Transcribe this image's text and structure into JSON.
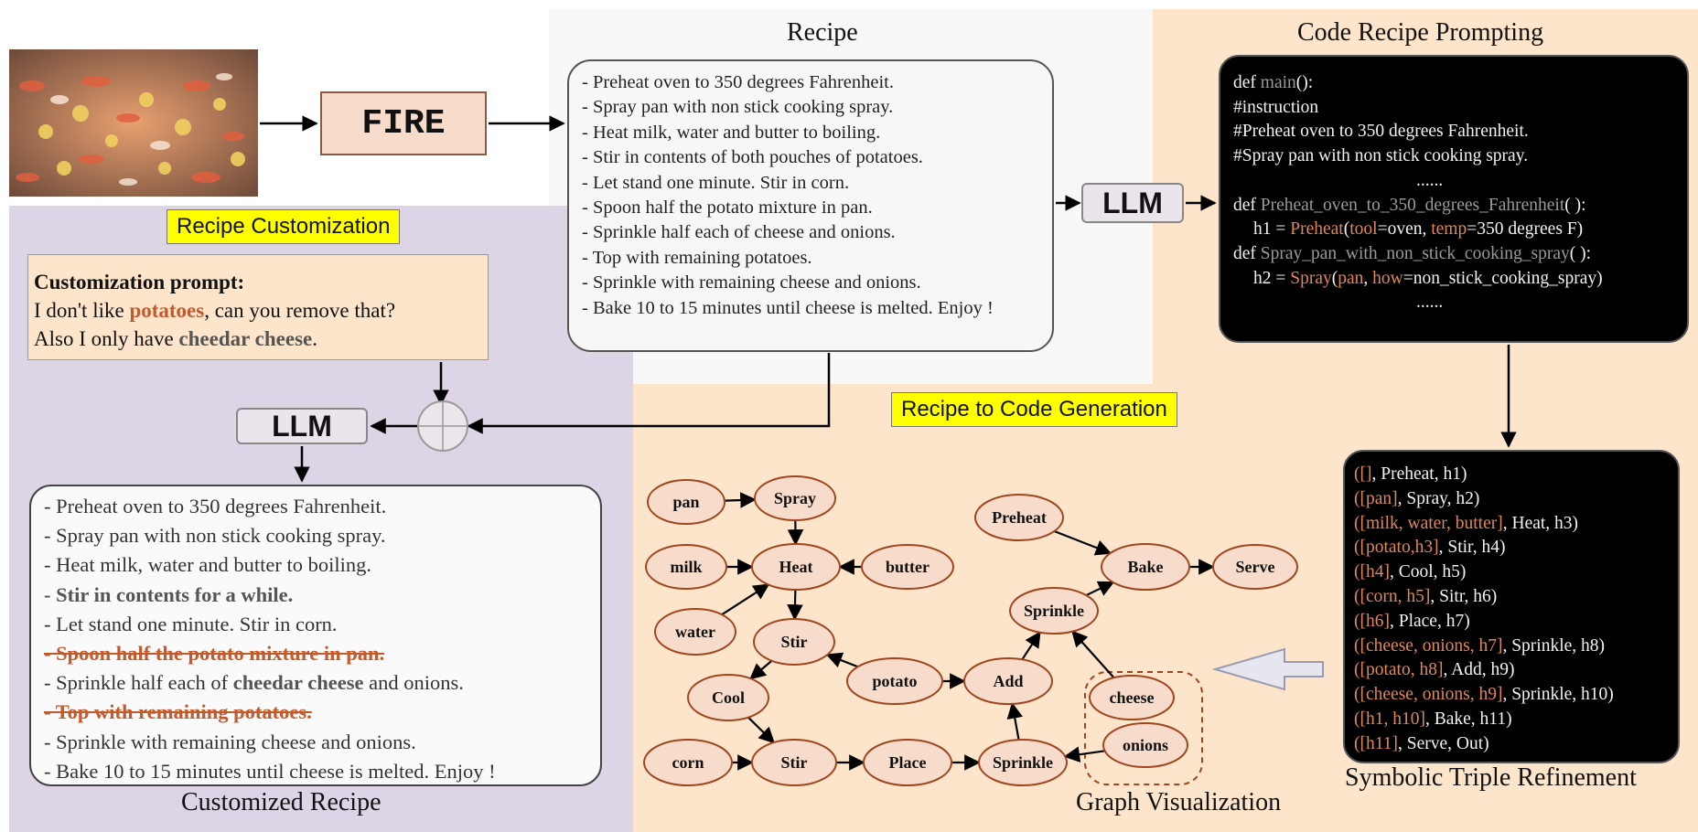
{
  "titles": {
    "recipe": "Recipe",
    "code_prompting": "Code Recipe Prompting",
    "customized": "Customized Recipe",
    "graph": "Graph Visualization",
    "symbolic": "Symbolic Triple Refinement"
  },
  "fire_label": "FIRE",
  "llm_label": "LLM",
  "labels": {
    "customization": "Recipe Customization",
    "code_gen": "Recipe to Code Generation"
  },
  "recipe_lines": [
    "- Preheat oven to 350 degrees Fahrenheit.",
    "- Spray pan with non stick cooking spray.",
    "- Heat milk, water and butter to boiling.",
    "- Stir in contents of both pouches of potatoes.",
    "- Let stand one minute. Stir in corn.",
    "- Spoon half the potato mixture in pan.",
    "- Sprinkle half each of cheese and onions.",
    "- Top with remaining potatoes.",
    "- Sprinkle with remaining cheese and onions.",
    "- Bake 10 to 15 minutes until cheese is melted. Enjoy !"
  ],
  "code": {
    "l1a": "def ",
    "l1b": "main",
    "l1c": "():",
    "l2": "#instruction",
    "l3": "#Preheat oven to 350 degrees Fahrenheit.",
    "l4": "#Spray pan with non stick cooking spray.",
    "l5": "......",
    "l6a": "def ",
    "l6b": "Preheat_oven_to_350_degrees_Fahrenheit",
    "l6c": "( ):",
    "l7a": "h1 = ",
    "l7b": "Preheat",
    "l7c": "(",
    "l7d": "tool",
    "l7e": "=oven, ",
    "l7f": "temp",
    "l7g": "=350 degrees F)",
    "l8a": "def ",
    "l8b": "Spray_pan_with_non_stick_cooking_spray",
    "l8c": "( ):",
    "l9a": "h2 = ",
    "l9b": "Spray",
    "l9c": "(",
    "l9d": "pan",
    "l9e": ", ",
    "l9f": "how",
    "l9g": "=non_stick_cooking_spray)",
    "l10": "......"
  },
  "triples": [
    {
      "a": "([]",
      "b": ", Preheat, h1)"
    },
    {
      "a": "([pan]",
      "b": ", Spray, h2)"
    },
    {
      "a": "([milk, water, butter]",
      "b": ", Heat, h3)"
    },
    {
      "a": "([potato,h3]",
      "b": ", Stir, h4)"
    },
    {
      "a": "([h4]",
      "b": ", Cool, h5)"
    },
    {
      "a": "([corn, h5]",
      "b": ", Sitr, h6)"
    },
    {
      "a": "([h6]",
      "b": ", Place, h7)"
    },
    {
      "a": "([cheese, onions, h7]",
      "b": ", Sprinkle, h8)"
    },
    {
      "a": "([potato, h8]",
      "b": ", Add, h9)"
    },
    {
      "a": "([cheese, onions, h9]",
      "b": ", Sprinkle, h10)"
    },
    {
      "a": "([h1, h10]",
      "b": ", Bake, h11)"
    },
    {
      "a": "([h11]",
      "b": ", Serve, Out)"
    }
  ],
  "prompt": {
    "heading": "Customization prompt:",
    "p1a": "I don't like ",
    "p1b": "potatoes",
    "p1c": ", can you remove that?",
    "p2a": "Also I only have ",
    "p2b": "cheedar cheese",
    "p2c": "."
  },
  "custom": {
    "l1": "- Preheat oven to 350 degrees Fahrenheit.",
    "l2": "- Spray pan with non stick cooking spray.",
    "l3": "- Heat milk, water and butter to boiling.",
    "l4": "- Stir in contents for a while.",
    "l5": "- Let stand one minute. Stir in corn.",
    "l6": "- Spoon half the potato mixture in pan.",
    "l7a": "- Sprinkle half each of ",
    "l7b": "cheedar cheese",
    "l7c": " and onions.",
    "l8": "- Top with remaining potatoes.",
    "l9": "- Sprinkle with remaining cheese and onions.",
    "l10": "- Bake 10 to 15 minutes until cheese is melted. Enjoy !"
  },
  "nodes": {
    "pan": "pan",
    "spray": "Spray",
    "milk": "milk",
    "heat": "Heat",
    "butter": "butter",
    "water": "water",
    "stir1": "Stir",
    "cool": "Cool",
    "potato": "potato",
    "add": "Add",
    "corn": "corn",
    "stir2": "Stir",
    "place": "Place",
    "sprinkle1": "Sprinkle",
    "cheese": "cheese",
    "onions": "onions",
    "sprinkle2": "Sprinkle",
    "preheat": "Preheat",
    "bake": "Bake",
    "serve": "Serve"
  },
  "colors": {
    "accent": "#c25a2c",
    "node_fill": "#f7dccc",
    "node_stroke": "#a0451d",
    "highlight": "#ffff00"
  }
}
